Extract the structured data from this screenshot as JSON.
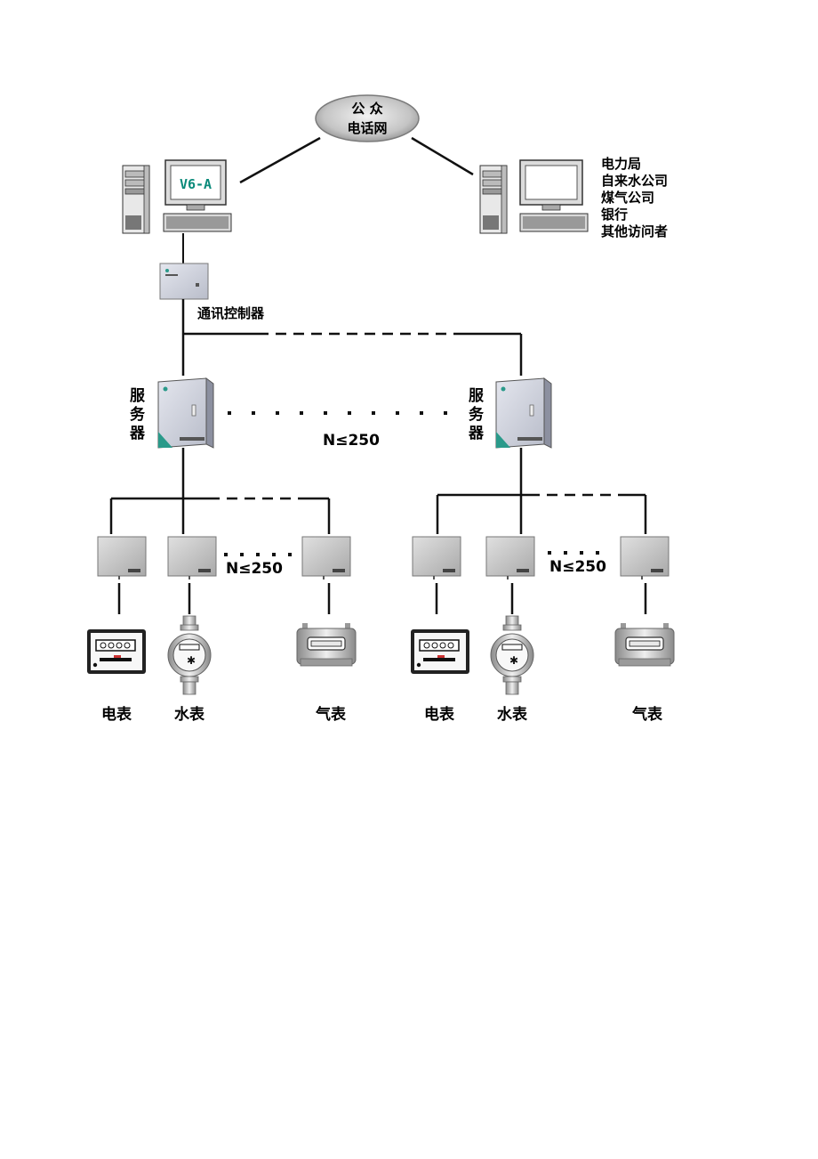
{
  "network": {
    "line1": "公 众",
    "line2": "电话网"
  },
  "local_pc": {
    "screen_text": "V6-A"
  },
  "remote_users": [
    "电力局",
    "自来水公司",
    "煤气公司",
    "银行",
    "其他访问者"
  ],
  "controller": {
    "label": "通讯控制器"
  },
  "server_left": {
    "label": [
      "服",
      "务",
      "器"
    ]
  },
  "server_right": {
    "label": [
      "服",
      "务",
      "器"
    ]
  },
  "server_count_label": "N≤250",
  "collector_count_label_left": "N≤250",
  "collector_count_label_right": "N≤250",
  "meters_left": [
    "电表",
    "水表",
    "气表"
  ],
  "meters_right": [
    "电表",
    "水表",
    "气表"
  ],
  "colors": {
    "screen_text": "#0a8a7a",
    "server_accent": "#2a9a8a",
    "cloud": "#a8a8a8"
  }
}
